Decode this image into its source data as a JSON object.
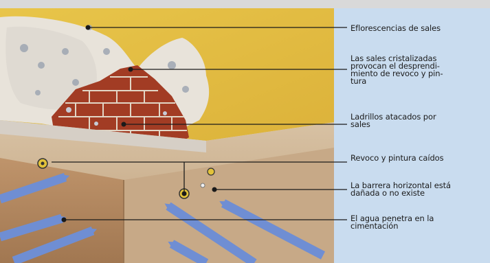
{
  "labels": [
    {
      "id": "eflorescencias",
      "lines": [
        "Eflorescencias de sales"
      ]
    },
    {
      "id": "sales-cristalizadas",
      "lines": [
        "Las sales cristalizadas",
        "provocan el desprendi-",
        "miento de revoco y pin-",
        "tura"
      ]
    },
    {
      "id": "ladrillos",
      "lines": [
        "Ladrillos atacados por",
        "sales"
      ]
    },
    {
      "id": "revoco-caidos",
      "lines": [
        "Revoco y pintura caídos"
      ]
    },
    {
      "id": "barrera",
      "lines": [
        "La barrera horizontal está",
        "dañada o no existe"
      ]
    },
    {
      "id": "agua",
      "lines": [
        "El agua penetra en la",
        "cimentación"
      ]
    }
  ],
  "colors": {
    "wall_yellow": "#e6c245",
    "brick": "#a23c24",
    "water_arrow": "#6f8ed3",
    "plaster": "#e9e3da",
    "ground": "#b88f68",
    "panel": "#d9d9d9",
    "panel_side": "#c3d8ee",
    "frame": "#c0569b"
  },
  "icons": [
    "salt-crystal-icon",
    "water-arrow-icon",
    "brick-wall-icon"
  ]
}
